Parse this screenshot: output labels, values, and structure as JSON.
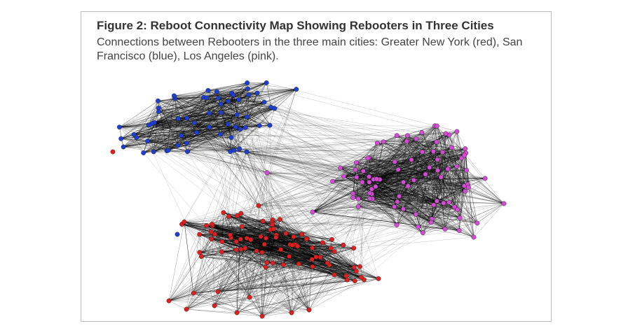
{
  "figure": {
    "title": "Figure 2: Reboot Connectivity Map Showing Rebooters in Three Cities",
    "caption": "Connections between Rebooters in the three main cities: Greater New York (red), San Francisco (blue), Los Angeles (pink)."
  },
  "clusters": [
    {
      "id": "san-francisco",
      "color": "#1f3fd1"
    },
    {
      "id": "los-angeles",
      "color": "#d64bd6"
    },
    {
      "id": "greater-new-york",
      "color": "#e02020"
    }
  ],
  "colors": {
    "edge": "#000000",
    "frame": "#bdbdbd",
    "title": "#333333",
    "caption": "#444444"
  }
}
